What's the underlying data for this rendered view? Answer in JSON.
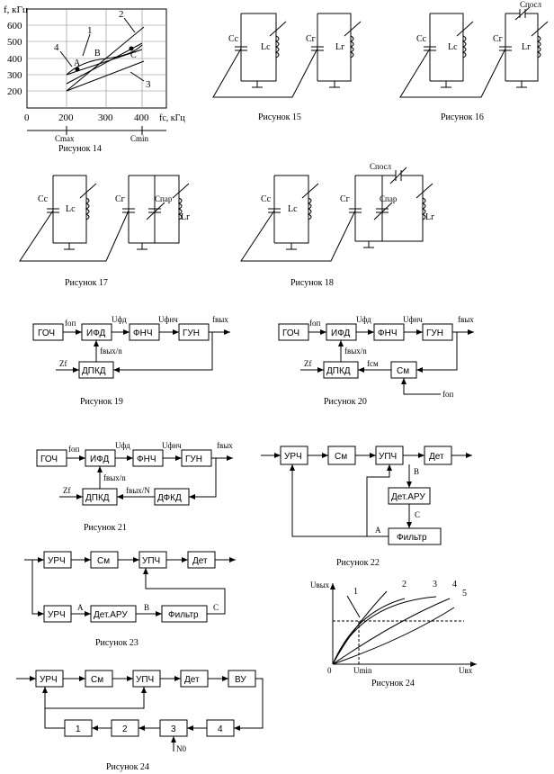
{
  "fig14": {
    "ylabel": "f, кГц",
    "yticks": [
      "600",
      "500",
      "400",
      "300",
      "200"
    ],
    "xticks": [
      "0",
      "200",
      "300",
      "400"
    ],
    "xlabel": "fс, кГц",
    "curve_labels": [
      "1",
      "2",
      "3",
      "4"
    ],
    "pt_a": "A",
    "pt_b": "B",
    "pt_c": "C",
    "cmax": "Cmax",
    "cmin": "Cmin",
    "caption": "Рисунок 14"
  },
  "fig15": {
    "cc": "Cс",
    "lc": "Lс",
    "cg": "Cг",
    "lg": "Lг",
    "caption": "Рисунок 15"
  },
  "fig16": {
    "cc": "Cс",
    "lc": "Lс",
    "cg": "Cг",
    "lg": "Lг",
    "cpos": "Cпосл",
    "caption": "Рисунок 16"
  },
  "fig17": {
    "cc": "Cс",
    "lc": "Lс",
    "cg": "Cг",
    "cpar": "Cпар",
    "lg": "Lг",
    "caption": "Рисунок 17"
  },
  "fig18": {
    "cc": "Cс",
    "lc": "Lс",
    "cg": "Cг",
    "cpar": "Cпар",
    "lg": "Lг",
    "cpos": "Cпосл",
    "caption": "Рисунок 18"
  },
  "fig19": {
    "goch": "ГОЧ",
    "ifd": "ИФД",
    "fnch": "ФНЧ",
    "gun": "ГУН",
    "dpkd": "ДПКД",
    "fop": "fоп",
    "ufd": "Uфд",
    "ufnch": "Uфнч",
    "fout": "fвых",
    "fdiv": "fвых/n",
    "z": "Zf",
    "caption": "Рисунок 19"
  },
  "fig20": {
    "goch": "ГОЧ",
    "ifd": "ИФД",
    "fnch": "ФНЧ",
    "gun": "ГУН",
    "dpkd": "ДПКД",
    "sm": "См",
    "fop": "fоп",
    "ufd": "Uфд",
    "ufnch": "Uфнч",
    "fout": "fвых",
    "fdiv": "fвых/n",
    "fsm": "fсм",
    "z": "Zf",
    "fop2": "fоп",
    "caption": "Рисунок 20"
  },
  "fig21": {
    "goch": "ГОЧ",
    "ifd": "ИФД",
    "fnch": "ФНЧ",
    "gun": "ГУН",
    "dpkd": "ДПКД",
    "dfkd": "ДФКД",
    "fop": "fоп",
    "ufd": "Uфд",
    "ufnch": "Uфнч",
    "fout": "fвых",
    "fdiv": "fвых/n",
    "fdivN": "fвых/N",
    "z": "Zf",
    "caption": "Рисунок 21"
  },
  "fig22": {
    "urch": "УРЧ",
    "sm": "См",
    "upch": "УПЧ",
    "det": "Дет",
    "detaru": "Дет.АРУ",
    "filter": "Фильтр",
    "a": "А",
    "b": "В",
    "c": "С",
    "caption": "Рисунок 22"
  },
  "fig23": {
    "urch": "УРЧ",
    "sm": "См",
    "upch": "УПЧ",
    "det": "Дет",
    "urch2": "УРЧ",
    "detaru": "Дет.АРУ",
    "filter": "Фильтр",
    "a": "А",
    "b": "В",
    "c": "С",
    "caption": "Рисунок 23"
  },
  "fig24a": {
    "ylabel": "Uвых",
    "xlabel": "Uвх",
    "umin": "Umin",
    "origin": "0",
    "curves": [
      "1",
      "2",
      "3",
      "4",
      "5"
    ],
    "caption": "Рисунок 24"
  },
  "fig24b": {
    "urch": "УРЧ",
    "sm": "См",
    "upch": "УПЧ",
    "det": "Дет",
    "vu": "ВУ",
    "b1": "1",
    "b2": "2",
    "b3": "3",
    "b4": "4",
    "no": "N0",
    "caption": "Рисунок 24"
  }
}
